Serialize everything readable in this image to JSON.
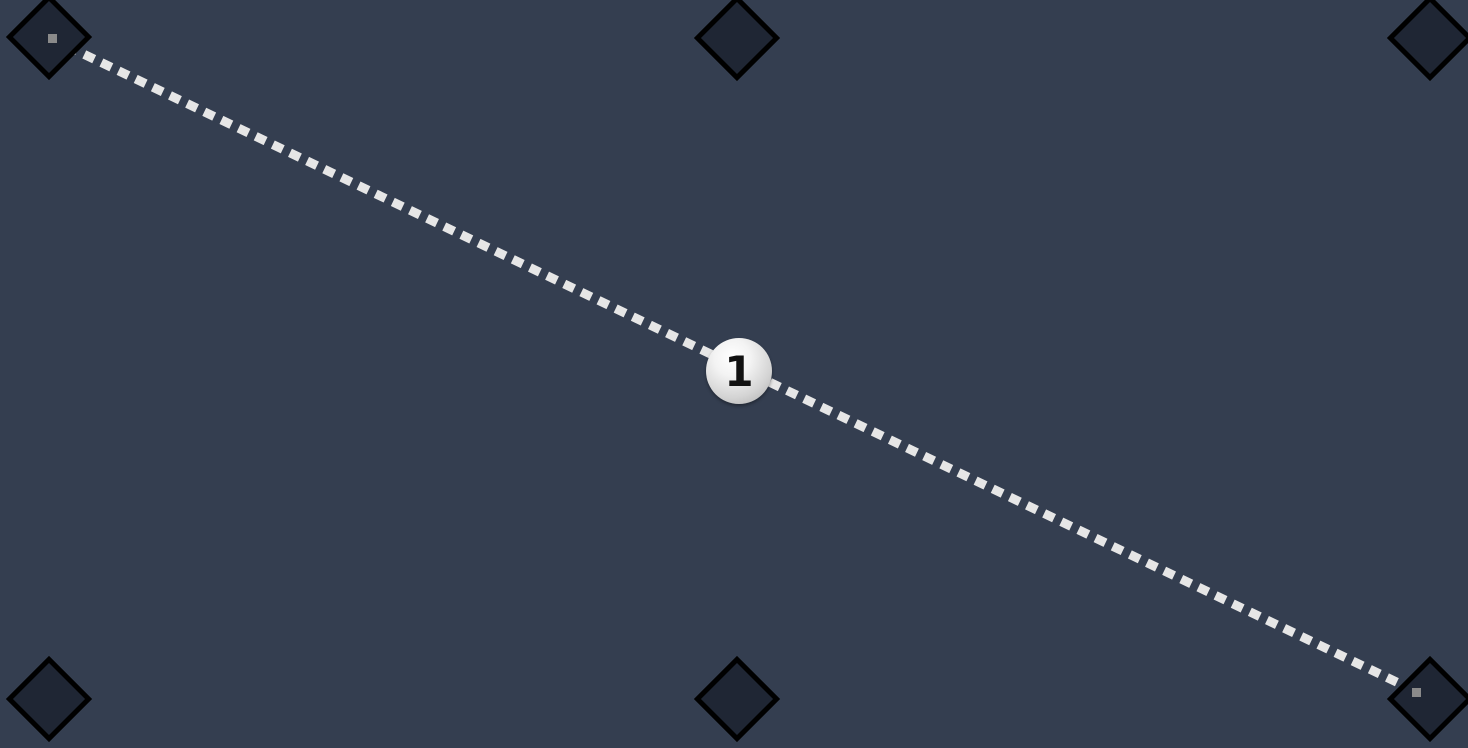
{
  "ball": {
    "number": "1"
  },
  "pockets": [
    {
      "id": "top-left"
    },
    {
      "id": "top-middle"
    },
    {
      "id": "top-right"
    },
    {
      "id": "bottom-left"
    },
    {
      "id": "bottom-middle"
    },
    {
      "id": "bottom-right"
    }
  ],
  "colors": {
    "table": "#343e50",
    "pocket_fill": "#1f2634",
    "pocket_border": "#000000",
    "aim_line": "#e6e6e6"
  }
}
